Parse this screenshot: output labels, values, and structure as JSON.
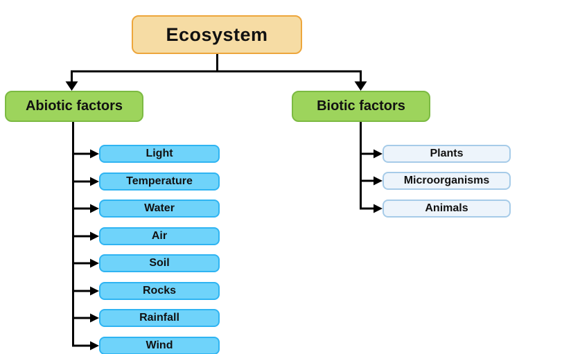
{
  "diagram": {
    "root_label": "Ecosystem",
    "abiotic": {
      "label": "Abiotic factors",
      "children": [
        "Light",
        "Temperature",
        "Water",
        "Air",
        "Soil",
        "Rocks",
        "Rainfall",
        "Wind"
      ]
    },
    "biotic": {
      "label": "Biotic factors",
      "children": [
        "Plants",
        "Microorganisms",
        "Animals"
      ]
    },
    "colors": {
      "root_fill": "#F6DCA4",
      "root_border": "#EDA63C",
      "branch_fill": "#9DD45C",
      "branch_border": "#7CBA42",
      "abiotic_child_fill": "#6FD3FA",
      "abiotic_child_border": "#2FB4F2",
      "biotic_child_fill": "#EDF4FB",
      "biotic_child_border": "#A6CBE8",
      "connector": "#000000",
      "background": "#FFFFFF"
    }
  }
}
